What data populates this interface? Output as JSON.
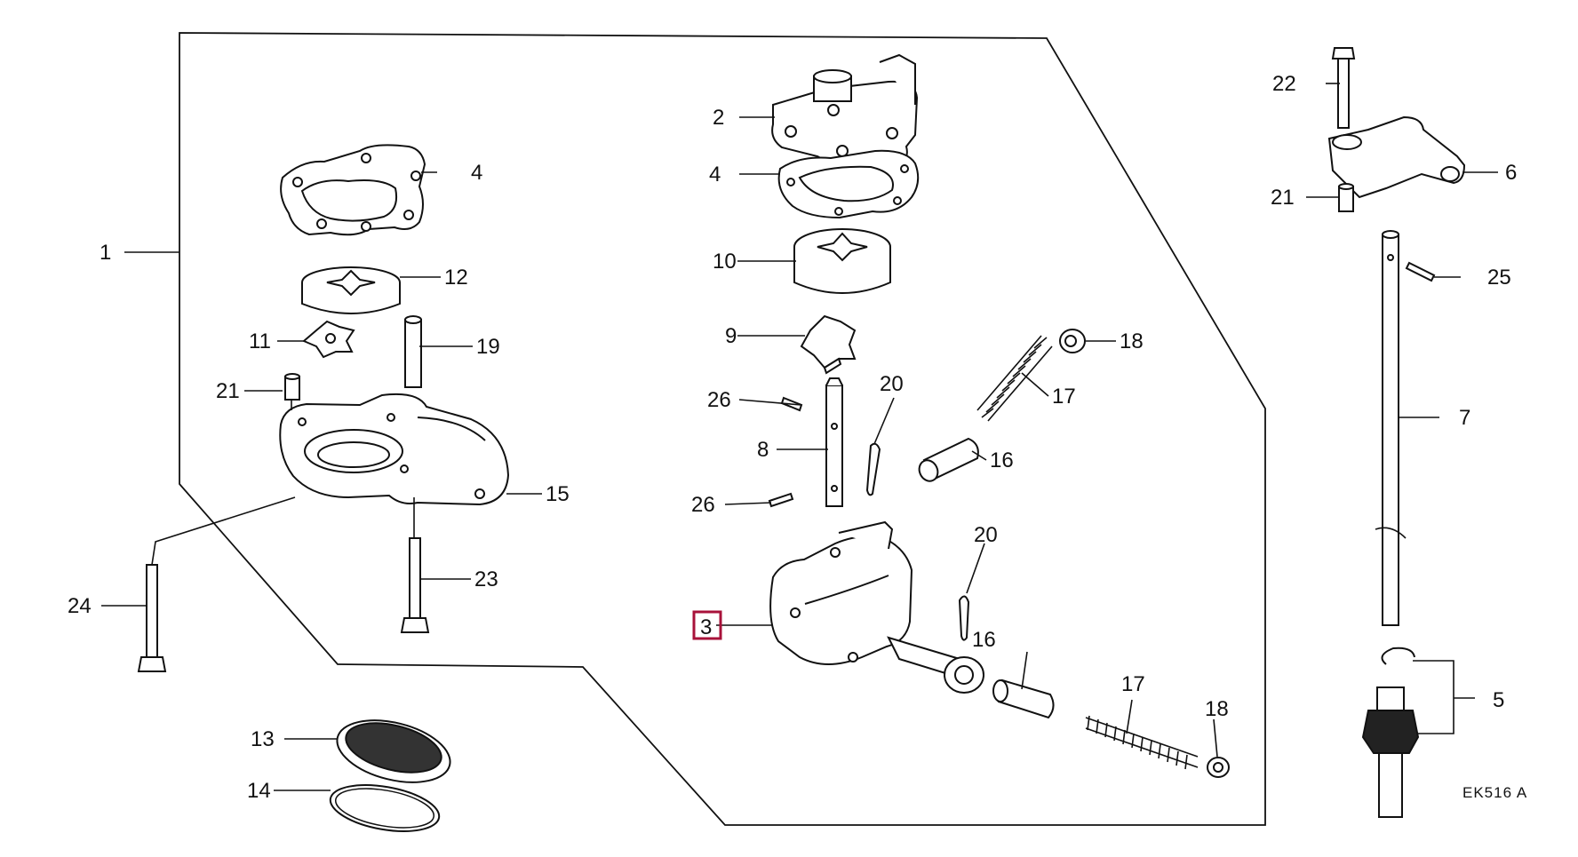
{
  "diagram": {
    "drawing_code": "EK516 A",
    "highlight_color": "#a8123a",
    "highlighted_callout": "3",
    "callouts": {
      "c1": "1",
      "c2": "2",
      "c3": "3",
      "c4a": "4",
      "c4b": "4",
      "c5": "5",
      "c6": "6",
      "c7": "7",
      "c8": "8",
      "c9": "9",
      "c10": "10",
      "c11": "11",
      "c12": "12",
      "c13": "13",
      "c14": "14",
      "c15": "15",
      "c16a": "16",
      "c16b": "16",
      "c17a": "17",
      "c17b": "17",
      "c18a": "18",
      "c18b": "18",
      "c19": "19",
      "c20a": "20",
      "c20b": "20",
      "c21a": "21",
      "c21b": "21",
      "c22": "22",
      "c23": "23",
      "c24": "24",
      "c25": "25",
      "c26a": "26",
      "c26b": "26"
    }
  }
}
